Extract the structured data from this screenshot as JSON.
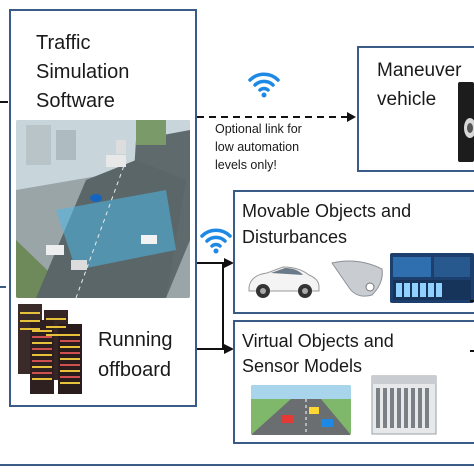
{
  "traffic_box": {
    "title_line1": "Traffic",
    "title_line2": "Simulation",
    "title_line3": "Software",
    "running_line1": "Running",
    "running_line2": "offboard"
  },
  "optional_link": {
    "line1": "Optional link for",
    "line2": "low automation",
    "line3": "levels only!"
  },
  "maneuver_box": {
    "line1": "Maneuver",
    "line2": "vehicle"
  },
  "movable_box": {
    "line1": "Movable Objects and",
    "line2": "Disturbances"
  },
  "virtual_box": {
    "line1": "Virtual Objects and",
    "line2": "Sensor Models"
  },
  "colors": {
    "box_border": "#3a5a88",
    "wifi": "#1e88e5",
    "arrow": "#111111"
  }
}
